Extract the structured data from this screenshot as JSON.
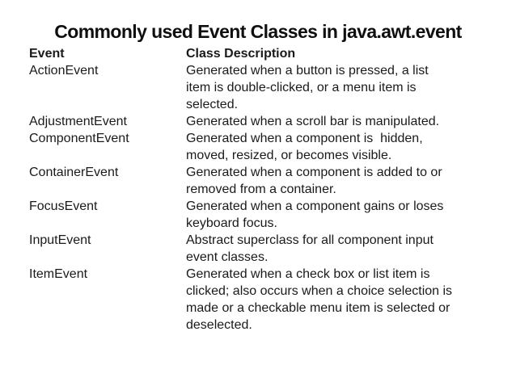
{
  "slide": {
    "title": "Commonly used Event Classes in java.awt.event",
    "background_color": "#ffffff",
    "text_color": "#1a1a1a"
  },
  "table": {
    "headers": {
      "event": "Event",
      "description": "Class Description"
    },
    "rows": [
      {
        "event": "ActionEvent",
        "description": "Generated when a button is pressed, a list\nitem is double-clicked, or a menu item is\nselected."
      },
      {
        "event": "AdjustmentEvent",
        "description": "Generated when a scroll bar is manipulated."
      },
      {
        "event": "ComponentEvent",
        "description": "Generated when a component is  hidden,\nmoved, resized, or becomes visible."
      },
      {
        "event": "ContainerEvent",
        "description": "Generated when a component is added to or\nremoved from a container."
      },
      {
        "event": "FocusEvent",
        "description": "Generated when a component gains or loses\nkeyboard focus."
      },
      {
        "event": "InputEvent",
        "description": "Abstract superclass for all component input\nevent classes."
      },
      {
        "event": "ItemEvent",
        "description": "Generated when a check box or list item is\nclicked; also occurs when a choice selection is\nmade or a checkable menu item is selected or\ndeselected."
      }
    ]
  }
}
